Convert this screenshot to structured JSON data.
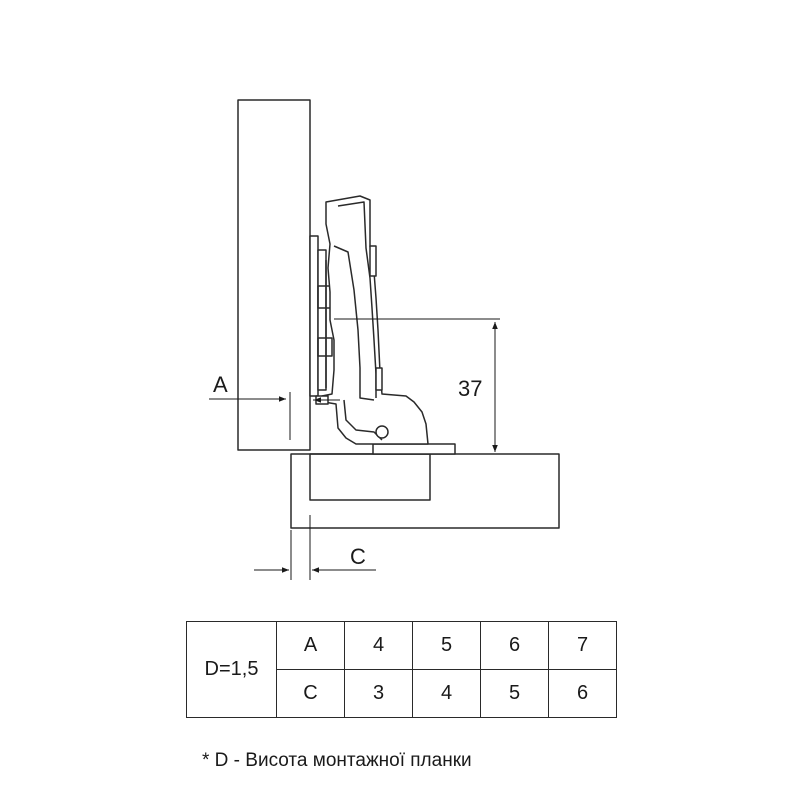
{
  "drawing": {
    "labels": {
      "a": "A",
      "c": "C",
      "height": "37"
    }
  },
  "table": {
    "d_label": "D=1,5",
    "rows": [
      {
        "label": "A",
        "values": [
          "4",
          "5",
          "6",
          "7"
        ]
      },
      {
        "label": "C",
        "values": [
          "3",
          "4",
          "5",
          "6"
        ]
      }
    ]
  },
  "footnote": "* D - Висота монтажної планки"
}
